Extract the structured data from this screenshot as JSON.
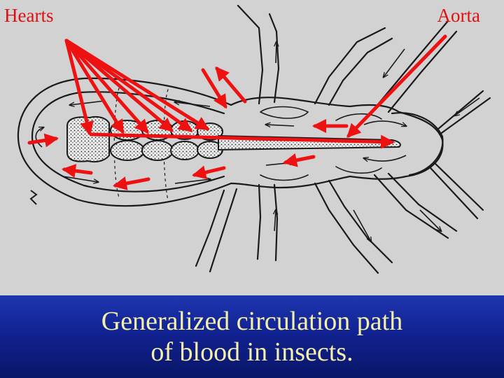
{
  "labels": {
    "hearts": "Hearts",
    "aorta": "Aorta"
  },
  "caption": {
    "line1": "Generalized circulation path",
    "line2": "of blood in insects."
  },
  "icons": {
    "arrow": "red-arrow-icon"
  },
  "colors": {
    "panel_background": "#d2d2d2",
    "label_red": "#e01010",
    "arrow_red": "#ee1111",
    "drawing_line": "#1a1a1a",
    "caption_band": "#112292",
    "caption_text": "#f4f0a8"
  }
}
